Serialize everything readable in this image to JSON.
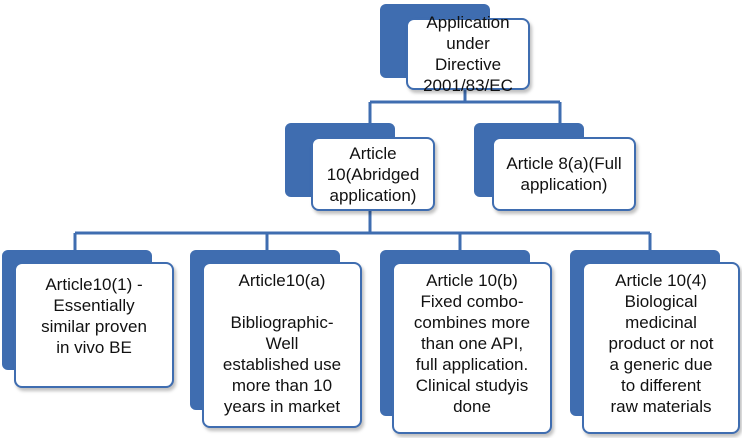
{
  "diagram": {
    "line_color": "#3f6db0",
    "root": {
      "label": "Application\nunder Directive\n2001/83/EC"
    },
    "level2": [
      {
        "label": "Article\n10(Abridged\napplication)"
      },
      {
        "label": "Article 8(a)(Full\napplication)"
      }
    ],
    "level3": [
      {
        "label": "Article10(1) -\nEssentially\nsimilar proven\nin vivo BE"
      },
      {
        "label": "Article10(a)\n\nBibliographic-\nWell\nestablished use\nmore than 10\nyears in market"
      },
      {
        "label": "Article 10(b)\nFixed combo-\ncombines more\nthan one API,\nfull application.\nClinical studyis\ndone"
      },
      {
        "label": "Article 10(4)\nBiological\nmedicinal\nproduct or not\na generic due\nto different\nraw materials"
      }
    ]
  }
}
